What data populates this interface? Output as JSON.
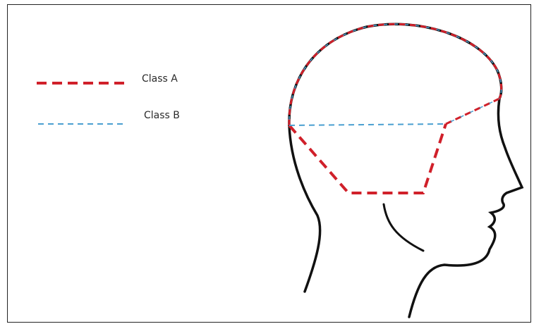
{
  "legend": {
    "class_a": {
      "label": "Class A",
      "color": "#d0202a",
      "line_style": "dashed, bold"
    },
    "class_b": {
      "label": "Class B",
      "color": "#4a9fd0",
      "line_style": "dashed, thin"
    }
  },
  "colors": {
    "outline": "#111111",
    "frame": "#222222",
    "background": "#ffffff"
  }
}
